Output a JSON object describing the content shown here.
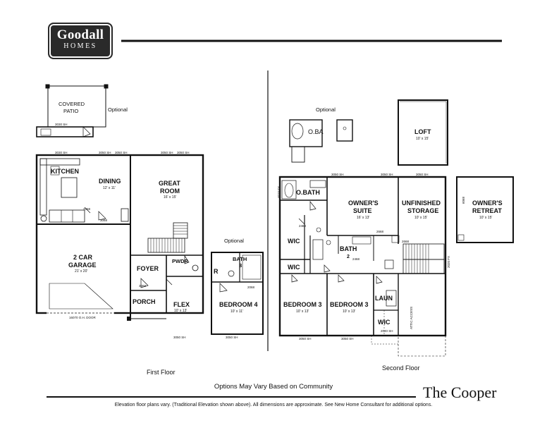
{
  "brand": {
    "line1": "Goodall",
    "line2": "HOMES"
  },
  "plan_name": "The Cooper",
  "footer": {
    "options_note": "Options May Vary Based on Community",
    "disclaimer": "Elevation floor plans vary. (Traditional Elevation shown above). All dimensions are approximate. See New Home Consultant for additional options."
  },
  "first_floor": {
    "label": "First Floor",
    "optional_1": "Optional",
    "optional_2": "Optional",
    "covered_patio_l1": "COVERED",
    "covered_patio_l2": "PATIO",
    "kitchen": "KITCHEN",
    "dining": "DINING",
    "dining_dim": "12' x 11'",
    "great_l1": "GREAT",
    "great_l2": "ROOM",
    "great_dim": "16' x 15'",
    "garage_l1": "2 CAR",
    "garage_l2": "GARAGE",
    "garage_dim": "21' x 20'",
    "foyer": "FOYER",
    "pwdr": "PWDR",
    "porch": "PORCH",
    "flex": "FLEX",
    "flex_dim": "10' x 13'",
    "bath3_l1": "BATH",
    "bath3_l2": "3",
    "bedroom4": "BEDROOM 4",
    "bedroom4_dim": "10' x 11'",
    "r_mark": "R",
    "garage_door": "16070 O.H. DOOR",
    "win_3030": "3030 SH",
    "win_3050": "3050 SH",
    "door_2068": "2068",
    "door_3068": "3068"
  },
  "second_floor": {
    "label": "Second Floor",
    "optional": "Optional",
    "loft": "LOFT",
    "loft_dim": "10' x 15'",
    "obath_opt": "O.BA",
    "obath": "O.BATH",
    "owners_suite_l1": "OWNER'S",
    "owners_suite_l2": "SUITE",
    "owners_suite_dim": "16' x 13'",
    "unfinished_l1": "UNFINISHED",
    "unfinished_l2": "STORAGE",
    "unfinished_dim": "10' x 15'",
    "retreat_l1": "OWNER'S",
    "retreat_l2": "RETREAT",
    "retreat_dim": "10' x 15'",
    "wic": "WIC",
    "bath2_l1": "BATH",
    "bath2_l2": "2",
    "bedroom3a": "BEDROOM 3",
    "bedroom3a_dim": "10' x 13'",
    "bedroom3b": "BEDROOM 3",
    "bedroom3b_dim": "10' x 13'",
    "laun": "LAUN",
    "attic_access": "ATTIC ACCESS",
    "win_3050": "3050 SH",
    "win_4010": "4010 FX",
    "win_2040": "2040 SH",
    "win_2020": "2020 FX",
    "door_2468": "2468",
    "door_2668": "2668",
    "door_6068": "6068"
  }
}
